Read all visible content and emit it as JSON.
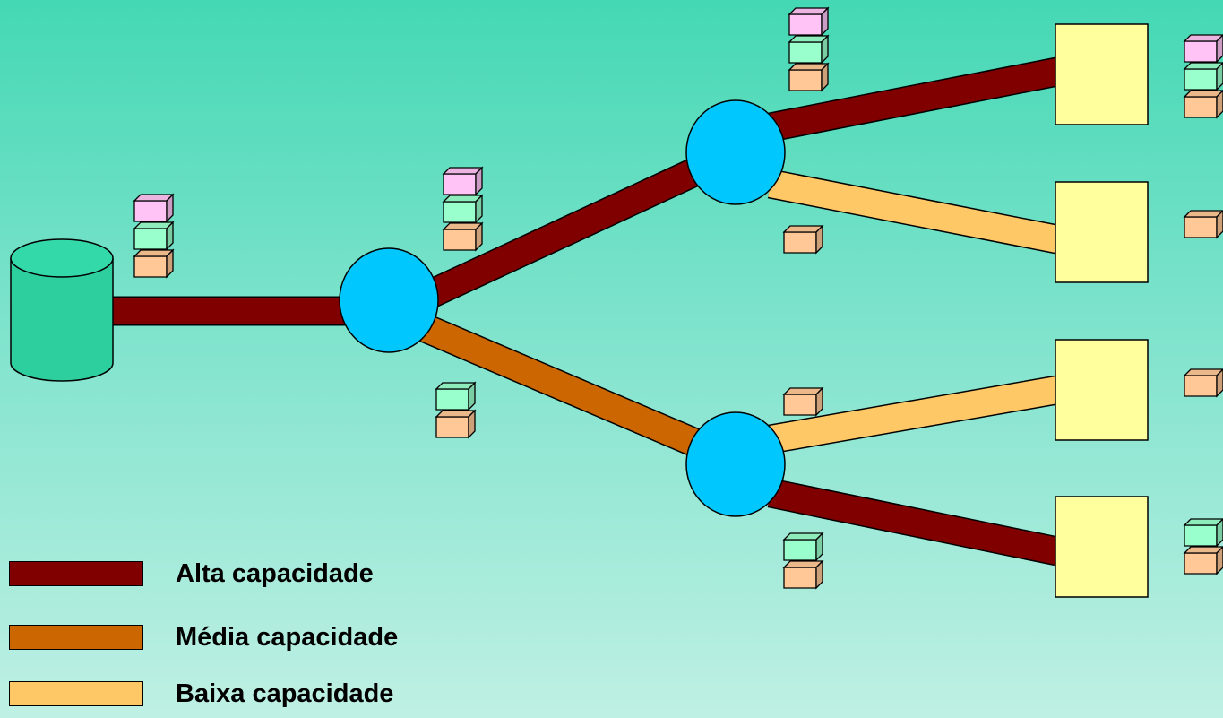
{
  "colors": {
    "background_top": "#44d8b4",
    "background_bottom": "#bff0e4",
    "high_capacity": "#800000",
    "medium_capacity": "#cc6600",
    "low_capacity": "#ffc866",
    "router": "#00c8ff",
    "database": "#2ecf9e",
    "client": "#ffff9e",
    "packet_pink": "#ffc4f5",
    "packet_green": "#99ffcc",
    "packet_peach": "#ffc896"
  },
  "icons": {
    "source": "database-cylinder-icon",
    "router": "router-circle-icon",
    "client": "client-square-icon",
    "packet": "packet-cube-icon"
  },
  "legend": [
    {
      "label": "Alta capacidade",
      "color": "#800000"
    },
    {
      "label": "Média capacidade",
      "color": "#cc6600"
    },
    {
      "label": "Baixa capacidade",
      "color": "#ffc866"
    }
  ]
}
